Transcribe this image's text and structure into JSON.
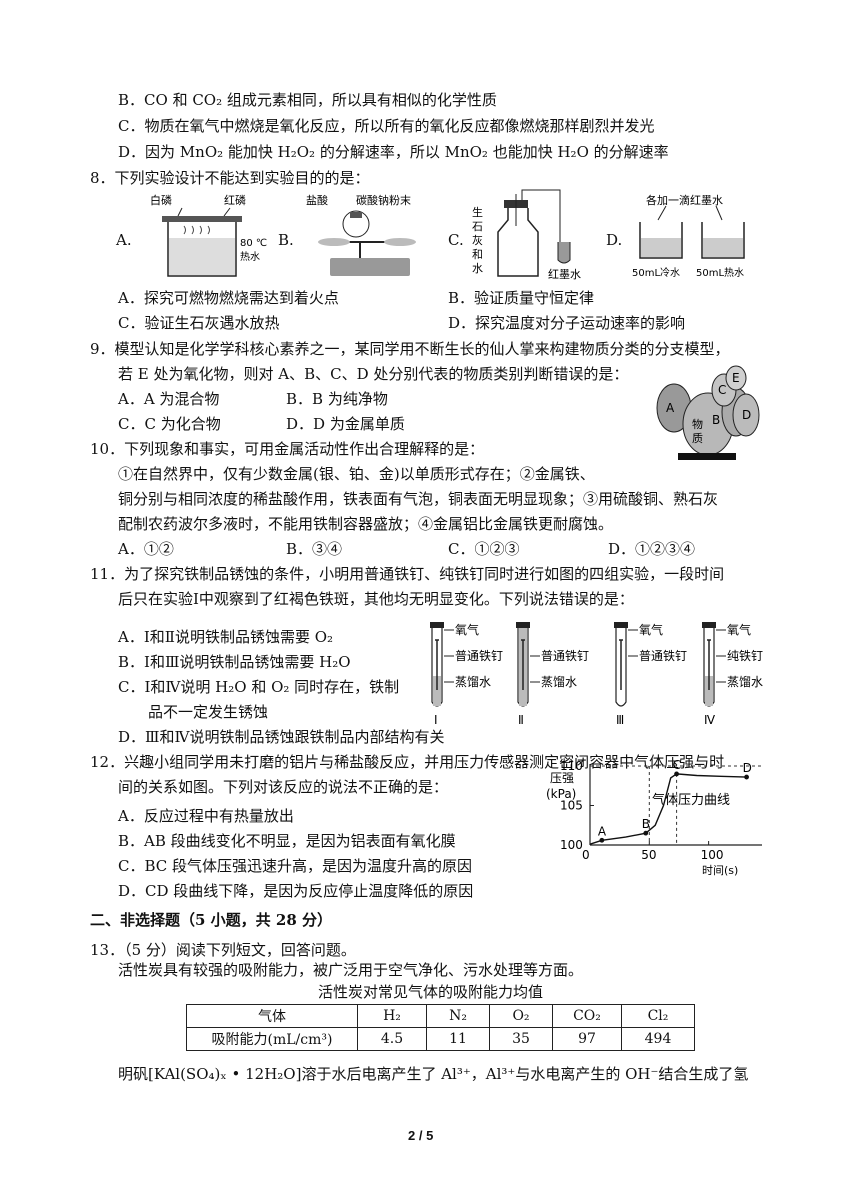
{
  "q7": {
    "B": "B．CO 和 CO₂ 组成元素相同，所以具有相似的化学性质",
    "C": "C．物质在氧气中燃烧是氧化反应，所以所有的氧化反应都像燃烧那样剧烈并发光",
    "D": "D．因为 MnO₂ 能加快 H₂O₂ 的分解速率，所以 MnO₂ 也能加快 H₂O 的分解速率"
  },
  "q8": {
    "stem": "8．下列实验设计不能达到实验目的的是：",
    "fig_letters": [
      "A.",
      "B.",
      "C.",
      "D."
    ],
    "figA": {
      "l1": "白磷",
      "l2": "红磷",
      "l3": "80 ℃",
      "l4": "热水"
    },
    "figB": {
      "l1": "盐酸",
      "l2": "碳酸钠粉末"
    },
    "figC": {
      "l1": "生",
      "l2": "石",
      "l3": "灰",
      "l4": "和",
      "l5": "水",
      "l6": "红墨水"
    },
    "figD": {
      "l1": "各加一滴红墨水",
      "l2": "50mL冷水",
      "l3": "50mL热水"
    },
    "optA": "A．探究可燃物燃烧需达到着火点",
    "optB": "B．验证质量守恒定律",
    "optC": "C．验证生石灰遇水放热",
    "optD": "D．探究温度对分子运动速率的影响"
  },
  "q9": {
    "stem1": "9．模型认知是化学学科核心素养之一，某同学用不断生长的仙人掌来构建物质分类的分支模型，",
    "stem2": "若 E 处为氧化物，则对 A、B、C、D 处分别代表的物质类别判断错误的是：",
    "optA": "A．A 为混合物",
    "optB": "B．B 为纯净物",
    "optC": "C．C 为化合物",
    "optD": "D．D 为金属单质",
    "cactus": {
      "A": "A",
      "B": "B",
      "C": "C",
      "D": "D",
      "E": "E",
      "w1": "物",
      "w2": "质"
    }
  },
  "q10": {
    "stem": "10．下列现象和事实，可用金属活动性作出合理解释的是：",
    "l1": "①在自然界中，仅有少数金属(银、铂、金)以单质形式存在；②金属铁、",
    "l2": "铜分别与相同浓度的稀盐酸作用，铁表面有气泡，铜表面无明显现象；③用硫酸铜、熟石灰",
    "l3": "配制农药波尔多液时，不能用铁制容器盛放；④金属铝比金属铁更耐腐蚀。",
    "optA": "A．①②",
    "optB": "B．③④",
    "optC": "C．①②③",
    "optD": "D．①②③④"
  },
  "q11": {
    "stem1": "11．为了探究铁制品锈蚀的条件，小明用普通铁钉、纯铁钉同时进行如图的四组实验，一段时间",
    "stem2": "后只在实验Ⅰ中观察到了红褐色铁斑，其他均无明显变化。下列说法错误的是：",
    "optA": "A．Ⅰ和Ⅱ说明铁制品锈蚀需要 O₂",
    "optB": "B．Ⅰ和Ⅲ说明铁制品锈蚀需要 H₂O",
    "optC1": "C．Ⅰ和Ⅳ说明 H₂O 和 O₂ 同时存在，铁制",
    "optC2": "品不一定发生锈蚀",
    "optD": "D．Ⅲ和Ⅳ说明铁制品锈蚀跟铁制品内部结构有关",
    "tubes": {
      "oxygen": "氧气",
      "nail": "普通铁钉",
      "water": "蒸馏水",
      "pure_nail": "纯铁钉",
      "n1": "Ⅰ",
      "n2": "Ⅱ",
      "n3": "Ⅲ",
      "n4": "Ⅳ"
    }
  },
  "q12": {
    "stem1": "12．兴趣小组同学用未打磨的铝片与稀盐酸反应，并用压力传感器测定密闭容器中气体压强与时",
    "stem2": "间的关系如图。下列对该反应的说法不正确的是：",
    "optA": "A．反应过程中有热量放出",
    "optB": "B．AB 段曲线变化不明显，是因为铝表面有氧化膜",
    "optC": "C．BC 段气体压强迅速升高，是因为温度升高的原因",
    "optD": "D．CD 段曲线下降，是因为反应停止温度降低的原因"
  },
  "chart_data": {
    "type": "line",
    "ylabel": "压强 (kPa)",
    "xlabel": "时间(s)",
    "series_label": "气体压力曲线",
    "x_ticks": [
      "0",
      "50",
      "100"
    ],
    "y_ticks": [
      "100",
      "105",
      "110"
    ],
    "xlim": [
      0,
      145
    ],
    "ylim": [
      100,
      110
    ],
    "points": [
      {
        "x": 0,
        "y": 100.1
      },
      {
        "x": 10,
        "y": 100.6,
        "label": "A"
      },
      {
        "x": 30,
        "y": 101.0
      },
      {
        "x": 47,
        "y": 101.5,
        "label": "B"
      },
      {
        "x": 55,
        "y": 102.5
      },
      {
        "x": 62,
        "y": 105.0
      },
      {
        "x": 68,
        "y": 108.5
      },
      {
        "x": 73,
        "y": 109.0,
        "label": "C"
      },
      {
        "x": 90,
        "y": 108.8
      },
      {
        "x": 110,
        "y": 108.7
      },
      {
        "x": 132,
        "y": 108.6,
        "label": "D"
      }
    ],
    "dashed_guides": [
      {
        "x": 73,
        "y": 109.0
      },
      {
        "x": 50,
        "y": 110
      }
    ],
    "grid": false
  },
  "section2": "二、非选择题（5 小题，共 28 分）",
  "q13": {
    "stem": "13．（5 分）阅读下列短文，回答问题。",
    "p1": "活性炭具有较强的吸附能力，被广泛用于空气净化、污水处理等方面。",
    "table_title": "活性炭对常见气体的吸附能力均值",
    "table": {
      "header": [
        "气体",
        "H₂",
        "N₂",
        "O₂",
        "CO₂",
        "Cl₂"
      ],
      "row": [
        "吸附能力(mL/cm³)",
        "4.5",
        "11",
        "35",
        "97",
        "494"
      ]
    },
    "p2": "明矾[KAl(SO₄)ₓ • 12H₂O]溶于水后电离产生了 Al³⁺，Al³⁺与水电离产生的 OH⁻结合生成了氢"
  },
  "page": "2 / 5"
}
